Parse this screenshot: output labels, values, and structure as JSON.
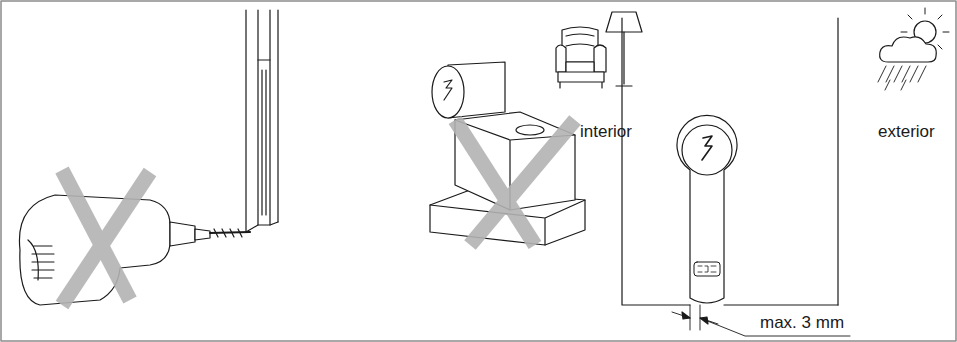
{
  "diagram": {
    "labels": [
      "interior",
      "exterior",
      "max. 3 mm"
    ]
  }
}
